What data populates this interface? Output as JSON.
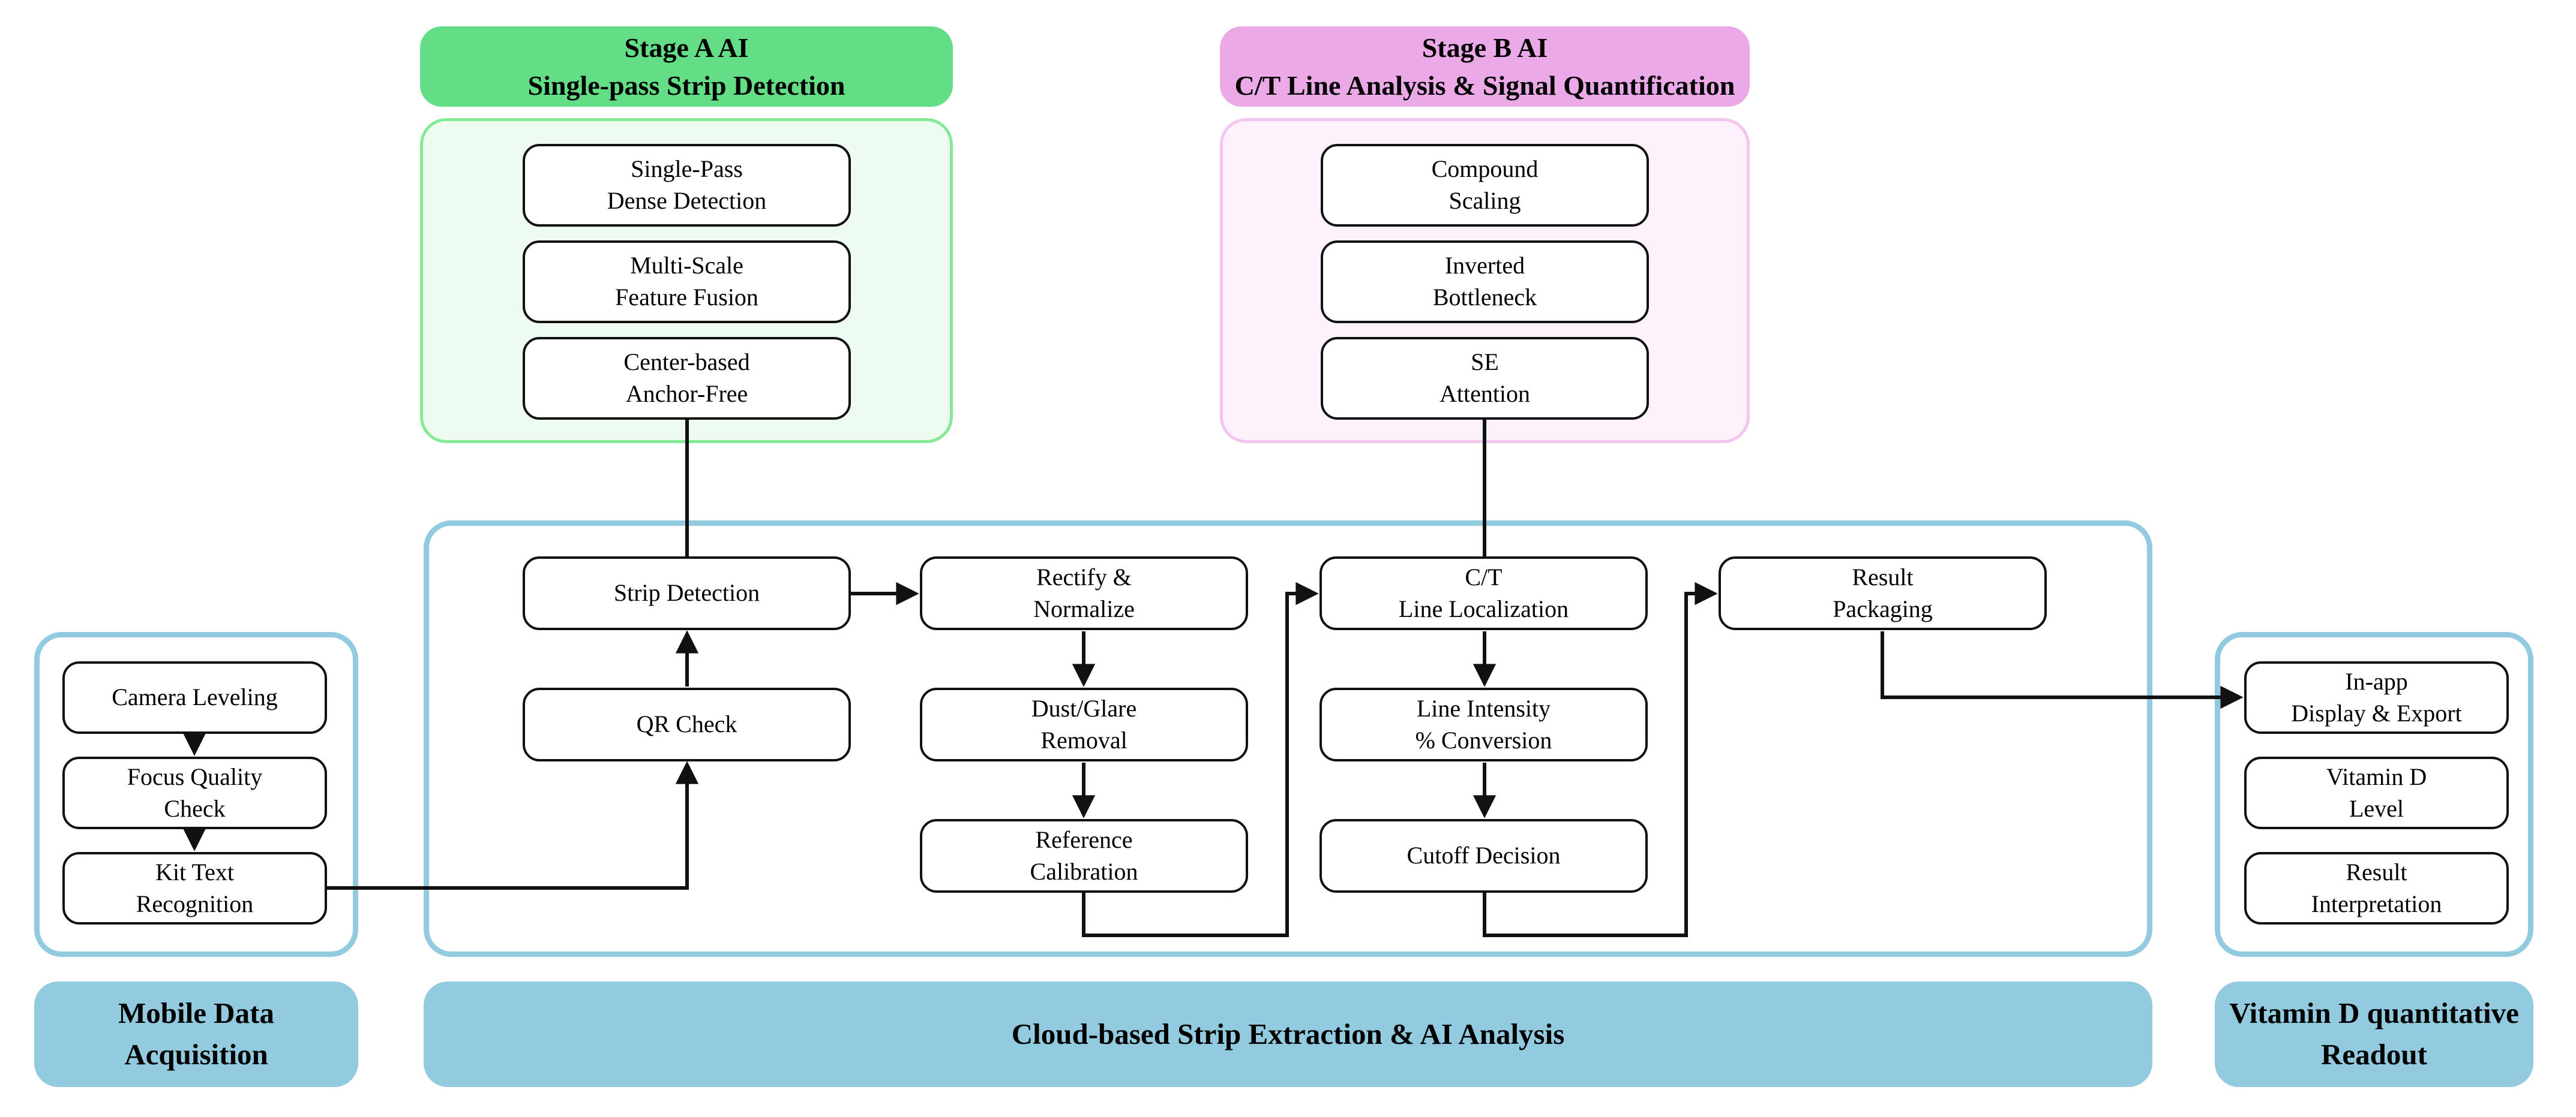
{
  "colors": {
    "stage_a_header": "#63de87",
    "stage_a_panel": "#edfbf0",
    "stage_a_border": "#86e996",
    "stage_b_header": "#eba9e8",
    "stage_b_panel": "#fdf1fc",
    "stage_b_border": "#f2c6ee",
    "frame_border": "#92cadf",
    "bar_fill": "#92cadf",
    "node_border": "#111111",
    "connector": "#111111"
  },
  "stage_a": {
    "header": [
      "Stage A AI",
      "Single-pass Strip Detection"
    ],
    "boxes": [
      [
        "Single-Pass",
        "Dense Detection"
      ],
      [
        "Multi-Scale",
        "Feature Fusion"
      ],
      [
        "Center-based",
        "Anchor-Free"
      ]
    ]
  },
  "stage_b": {
    "header": [
      "Stage B AI",
      "C/T Line Analysis & Signal Quantification"
    ],
    "boxes": [
      [
        "Compound",
        "Scaling"
      ],
      [
        "Inverted",
        "Bottleneck"
      ],
      [
        "SE",
        "Attention"
      ]
    ]
  },
  "mobile": {
    "boxes": [
      [
        "Camera Leveling"
      ],
      [
        "Focus Quality",
        "Check"
      ],
      [
        "Kit Text",
        "Recognition"
      ]
    ],
    "footer": [
      "Mobile Data",
      "Acquisition"
    ]
  },
  "cloud": {
    "boxes": {
      "strip_detection": [
        "Strip Detection"
      ],
      "qr_check": [
        "QR Check"
      ],
      "rectify": [
        "Rectify &",
        "Normalize"
      ],
      "dust": [
        "Dust/Glare",
        "Removal"
      ],
      "reference": [
        "Reference",
        "Calibration"
      ],
      "ct": [
        "C/T",
        "Line Localization"
      ],
      "intensity": [
        "Line Intensity",
        "% Conversion"
      ],
      "cutoff": [
        "Cutoff Decision"
      ],
      "packaging": [
        "Result",
        "Packaging"
      ]
    },
    "footer": [
      "Cloud-based Strip Extraction & AI Analysis"
    ]
  },
  "readout": {
    "boxes": [
      [
        "In-app",
        "Display & Export"
      ],
      [
        "Vitamin D",
        "Level"
      ],
      [
        "Result",
        "Interpretation"
      ]
    ],
    "footer": [
      "Vitamin D quantitative",
      "Readout"
    ]
  }
}
